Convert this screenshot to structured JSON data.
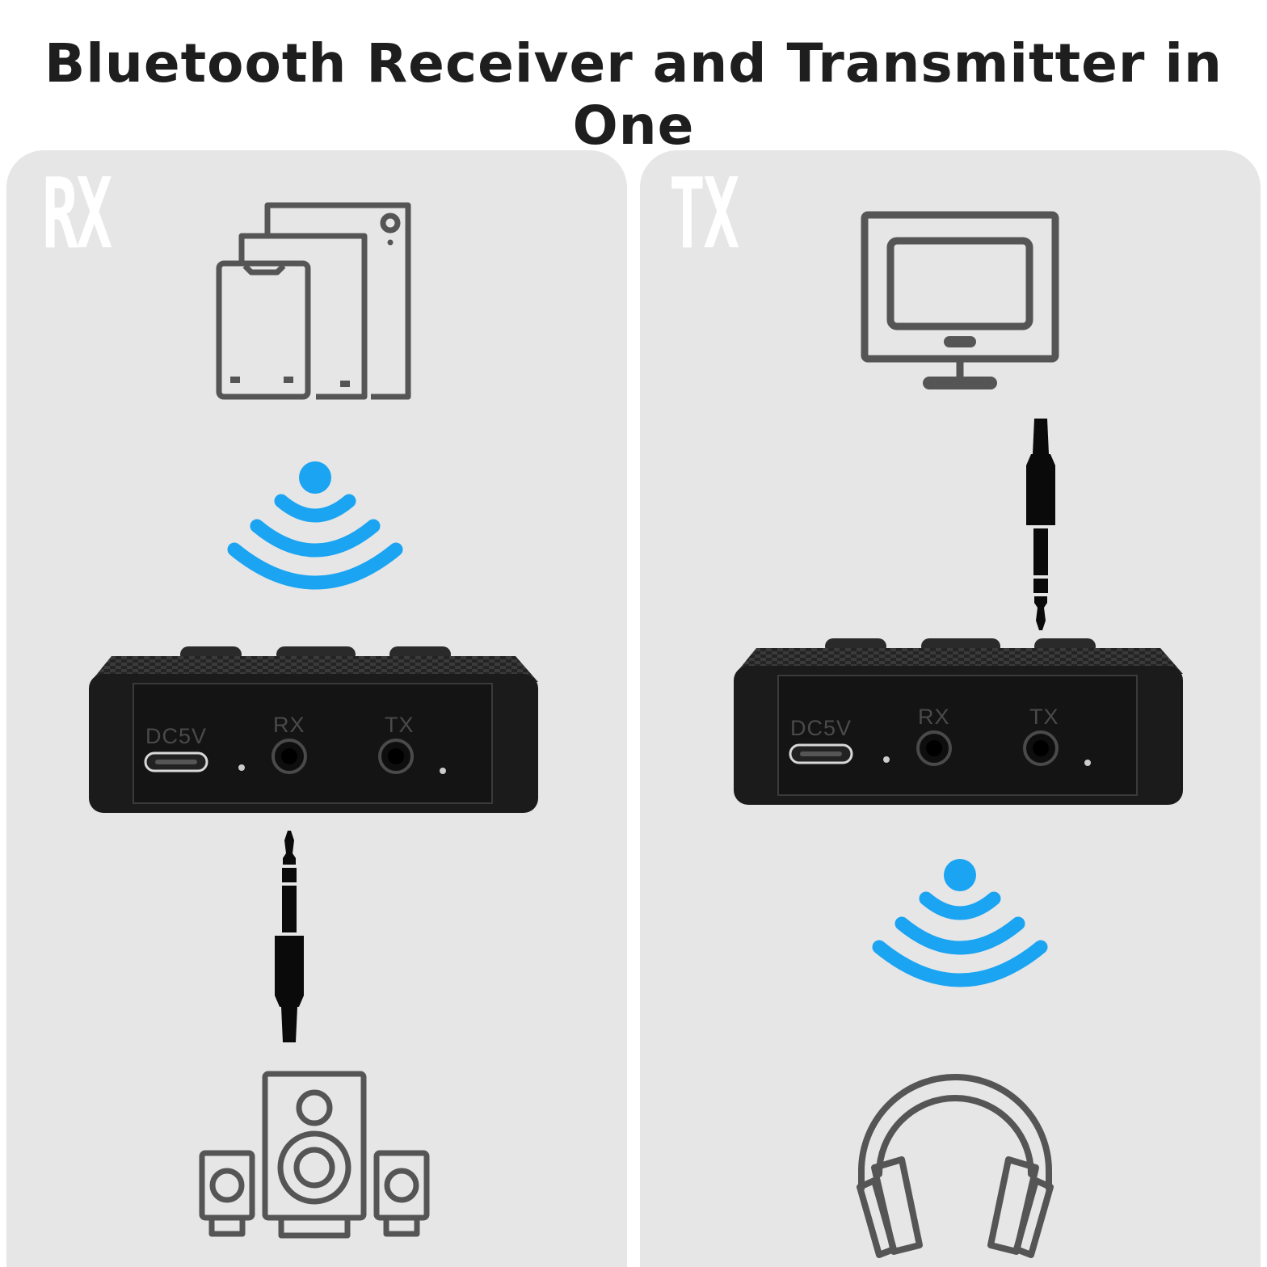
{
  "title": "Bluetooth Receiver and Transmitter in One",
  "colors": {
    "panel_bg": "#e6e6e6",
    "icon_stroke": "#555555",
    "bluetooth_blue": "#1aa4f2",
    "device_body": "#1b1b1b"
  },
  "panels": [
    {
      "mode": "RX",
      "top_icon": "phone-tablet-devices-icon",
      "bottom_icon": "speaker-system-icon",
      "device_ports": {
        "power": "DC5V",
        "rx": "RX",
        "tx": "TX"
      }
    },
    {
      "mode": "TX",
      "top_icon": "tv-monitor-icon",
      "bottom_icon": "headphones-icon",
      "device_ports": {
        "power": "DC5V",
        "rx": "RX",
        "tx": "TX"
      }
    }
  ]
}
